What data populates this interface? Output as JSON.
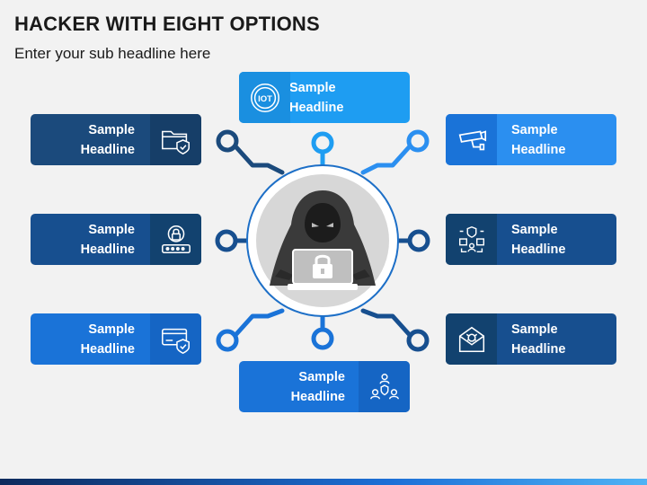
{
  "title": "HACKER WITH EIGHT OPTIONS",
  "subtitle": "Enter your sub headline here",
  "options": [
    {
      "line1": "Sample",
      "line2": "Headline",
      "icon": "iot-icon"
    },
    {
      "line1": "Sample",
      "line2": "Headline",
      "icon": "cctv-camera-icon"
    },
    {
      "line1": "Sample",
      "line2": "Headline",
      "icon": "network-security-icon"
    },
    {
      "line1": "Sample",
      "line2": "Headline",
      "icon": "email-threat-icon"
    },
    {
      "line1": "Sample",
      "line2": "Headline",
      "icon": "user-group-shield-icon"
    },
    {
      "line1": "Sample",
      "line2": "Headline",
      "icon": "credit-card-shield-icon"
    },
    {
      "line1": "Sample",
      "line2": "Headline",
      "icon": "password-lock-icon"
    },
    {
      "line1": "Sample",
      "line2": "Headline",
      "icon": "folder-shield-icon"
    }
  ],
  "center_icon": "hacker-laptop-icon",
  "colors": {
    "background": "#f2f2f2",
    "dark_navy": "#1b4a7c",
    "navy": "#174f8f",
    "blue": "#1a73d8",
    "bright_blue": "#2b8ff0",
    "light_blue": "#1e9df2",
    "connector": "#1d6fc7",
    "hub_fill": "#d7d7d7"
  }
}
